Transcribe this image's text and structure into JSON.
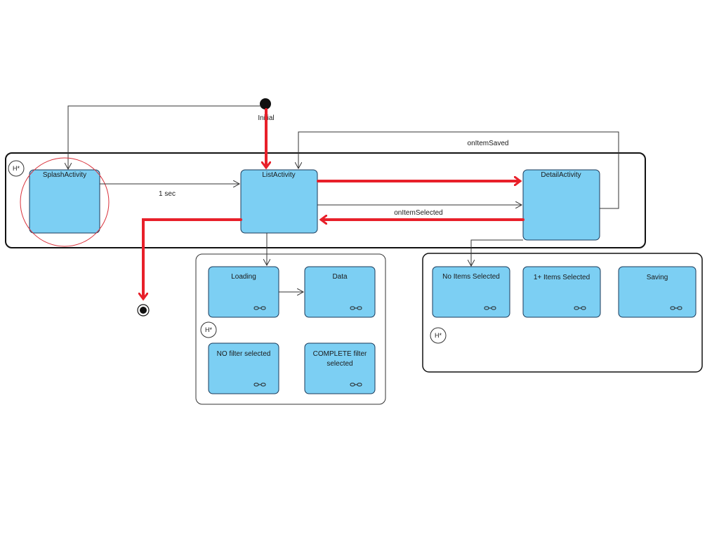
{
  "colors": {
    "state_fill": "#7ccff3",
    "state_stroke": "#1a3a5a",
    "highlight": "#e8202a",
    "line": "#333333"
  },
  "nodes": {
    "initial_label": "Initial",
    "history_label": "H*",
    "splash": "SplashActivity",
    "list": "ListActivity",
    "detail": "DetailActivity",
    "loading": "Loading",
    "data": "Data",
    "no_filter": "NO filter selected",
    "complete_filter_line1": "COMPLETE filter",
    "complete_filter_line2": "selected",
    "no_items": "No Items Selected",
    "items_selected": "1+ Items Selected",
    "saving": "Saving"
  },
  "edges": {
    "one_sec": "1 sec",
    "on_item_saved": "onItemSaved",
    "on_item_selected": "onItemSelected"
  }
}
